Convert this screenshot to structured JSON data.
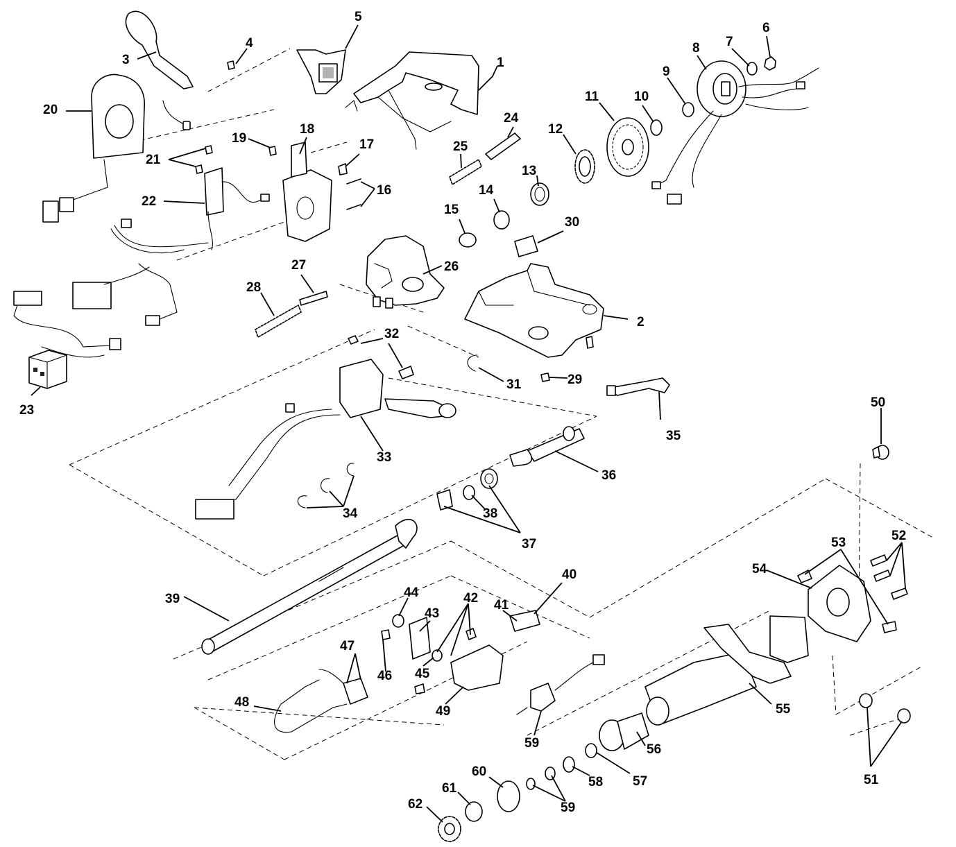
{
  "diagram": {
    "callouts": {
      "c1": "1",
      "c2": "2",
      "c3": "3",
      "c4": "4",
      "c5": "5",
      "c6": "6",
      "c7": "7",
      "c8": "8",
      "c9": "9",
      "c10": "10",
      "c11": "11",
      "c12": "12",
      "c13": "13",
      "c14": "14",
      "c15": "15",
      "c16": "16",
      "c17": "17",
      "c18": "18",
      "c19": "19",
      "c20": "20",
      "c21": "21",
      "c22": "22",
      "c23": "23",
      "c24": "24",
      "c25": "25",
      "c26": "26",
      "c27": "27",
      "c28": "28",
      "c29": "29",
      "c30": "30",
      "c31": "31",
      "c32": "32",
      "c33": "33",
      "c34": "34",
      "c35": "35",
      "c36": "36",
      "c37": "37",
      "c38": "38",
      "c39": "39",
      "c40": "40",
      "c41": "41",
      "c42": "42",
      "c43": "43",
      "c44": "44",
      "c45": "45",
      "c46": "46",
      "c47": "47",
      "c48": "48",
      "c49": "49",
      "c50": "50",
      "c51": "51",
      "c52": "52",
      "c53": "53",
      "c54": "54",
      "c55": "55",
      "c56": "56",
      "c57": "57",
      "c58": "58",
      "c59a": "59",
      "c59b": "59",
      "c60": "60",
      "c61": "61",
      "c62": "62"
    }
  }
}
